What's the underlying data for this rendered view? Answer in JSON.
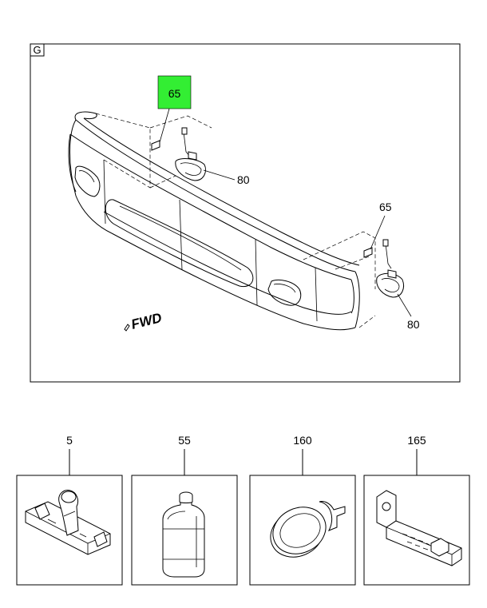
{
  "main_view": {
    "view_letter": "G",
    "fwd_label": "FWD",
    "callouts": [
      {
        "id": "callout-65-upper",
        "text": "65",
        "highlighted": true
      },
      {
        "id": "callout-80-upper",
        "text": "80"
      },
      {
        "id": "callout-65-lower",
        "text": "65"
      },
      {
        "id": "callout-80-lower",
        "text": "80"
      }
    ]
  },
  "parts": [
    {
      "number": "5",
      "icon": "clip-bracket-icon"
    },
    {
      "number": "55",
      "icon": "oil-bottle-icon"
    },
    {
      "number": "160",
      "icon": "ring-seal-icon"
    },
    {
      "number": "165",
      "icon": "mounting-bracket-icon"
    }
  ],
  "colors": {
    "highlight": "#33ee33",
    "line": "#000000"
  }
}
